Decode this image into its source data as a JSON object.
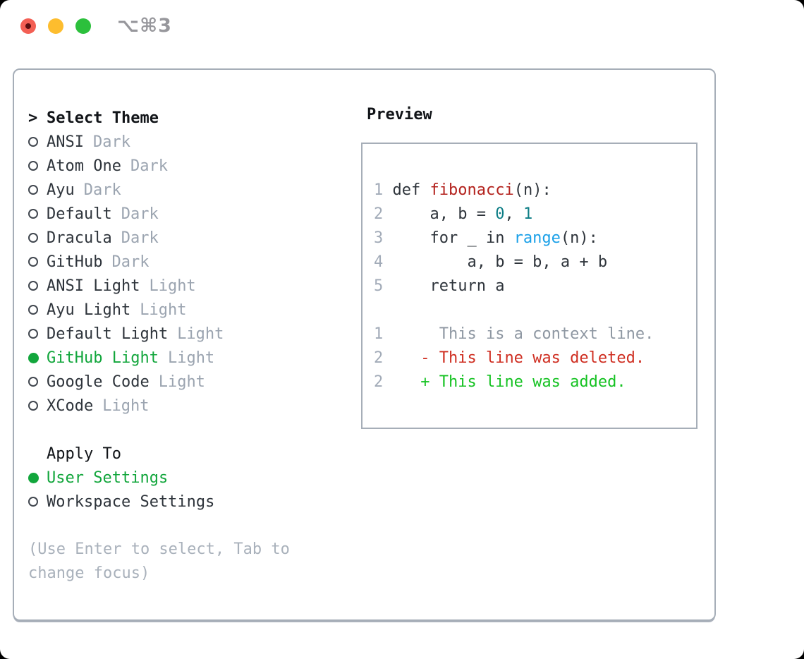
{
  "window": {
    "title": "⌥⌘3",
    "traffic_lights": [
      "close",
      "minimize",
      "zoom"
    ]
  },
  "colors": {
    "selected_green": "#12a63c",
    "diff_added_green": "#15c222",
    "diff_deleted_red": "#cf2e21",
    "function_red": "#b3221d",
    "builtin_blue": "#1aa0e8",
    "number_teal": "#0c7d85",
    "muted_gray": "#9ba4b0",
    "panel_border": "#a6aeb8",
    "traffic_red": "#f35f54",
    "traffic_yellow": "#fdbd2e",
    "traffic_green": "#2cc03c"
  },
  "theme_panel": {
    "header": {
      "marker": ">",
      "label": "Select Theme"
    },
    "themes": [
      {
        "name": "ANSI",
        "variant": "Dark",
        "selected": false
      },
      {
        "name": "Atom One",
        "variant": "Dark",
        "selected": false
      },
      {
        "name": "Ayu",
        "variant": "Dark",
        "selected": false
      },
      {
        "name": "Default",
        "variant": "Dark",
        "selected": false
      },
      {
        "name": "Dracula",
        "variant": "Dark",
        "selected": false
      },
      {
        "name": "GitHub",
        "variant": "Dark",
        "selected": false
      },
      {
        "name": "ANSI Light",
        "variant": "Light",
        "selected": false
      },
      {
        "name": "Ayu Light",
        "variant": "Light",
        "selected": false
      },
      {
        "name": "Default Light",
        "variant": "Light",
        "selected": false
      },
      {
        "name": "GitHub Light",
        "variant": "Light",
        "selected": true
      },
      {
        "name": "Google Code",
        "variant": "Light",
        "selected": false
      },
      {
        "name": "XCode",
        "variant": "Light",
        "selected": false
      }
    ],
    "apply_to": {
      "label": "Apply To",
      "options": [
        {
          "name": "User Settings",
          "selected": true
        },
        {
          "name": "Workspace Settings",
          "selected": false
        }
      ]
    },
    "hint_line1": "(Use Enter to select, Tab to",
    "hint_line2": "change focus)"
  },
  "preview": {
    "label": "Preview",
    "code_lines": [
      {
        "num": "1",
        "tokens": [
          [
            "p",
            "def "
          ],
          [
            "fn",
            "fibonacci"
          ],
          [
            "p",
            "(n):"
          ]
        ]
      },
      {
        "num": "2",
        "tokens": [
          [
            "p",
            "    a, b = "
          ],
          [
            "nm",
            "0"
          ],
          [
            "p",
            ", "
          ],
          [
            "nm",
            "1"
          ]
        ]
      },
      {
        "num": "3",
        "tokens": [
          [
            "p",
            "    for _ in "
          ],
          [
            "bi",
            "range"
          ],
          [
            "p",
            "(n):"
          ]
        ]
      },
      {
        "num": "4",
        "tokens": [
          [
            "p",
            "        a, b = b, a + b"
          ]
        ]
      },
      {
        "num": "5",
        "tokens": [
          [
            "p",
            "    return a"
          ]
        ]
      },
      {
        "num": "",
        "tokens": []
      },
      {
        "num": "1",
        "tokens": [
          [
            "ctx",
            "     This is a context line."
          ]
        ]
      },
      {
        "num": "2",
        "tokens": [
          [
            "del",
            "   - This line was deleted."
          ]
        ]
      },
      {
        "num": "2",
        "tokens": [
          [
            "add",
            "   + This line was added."
          ]
        ]
      }
    ]
  }
}
